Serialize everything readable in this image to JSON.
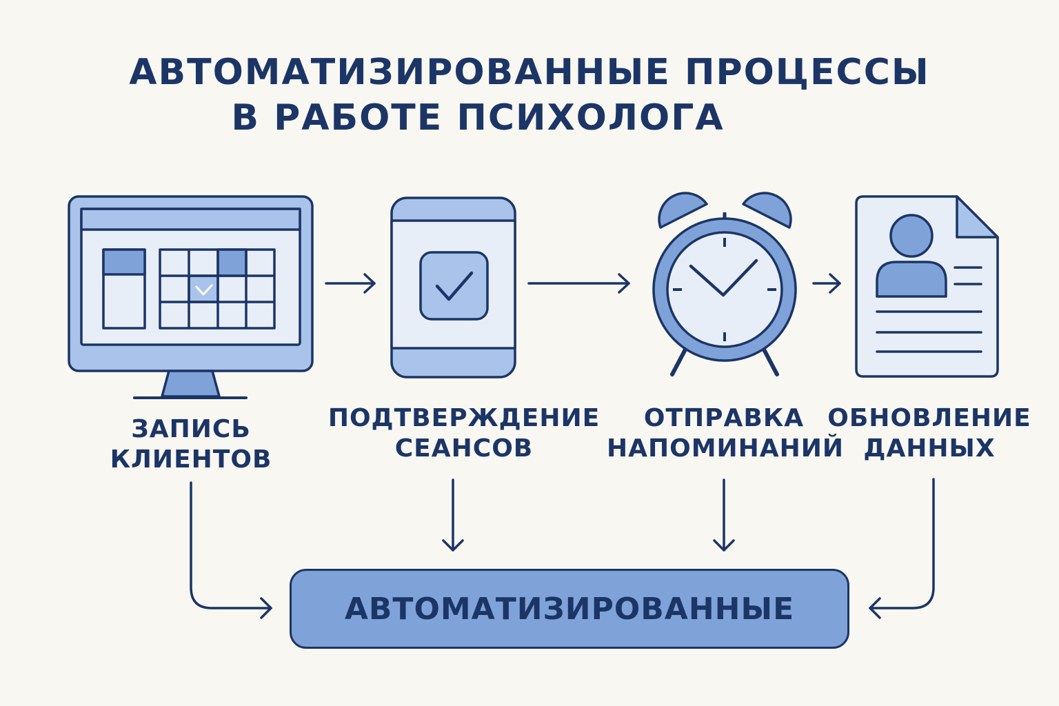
{
  "title": {
    "line1": "АВТОМАТИЗИРОВАННЫЕ ПРОЦЕССЫ",
    "line2": "В РАБОТЕ ПСИХОЛОГА"
  },
  "steps": [
    {
      "line1": "ЗАПИСЬ",
      "line2": "КЛИЕНТОВ",
      "icon": "computer-calendar-icon"
    },
    {
      "line1": "ПОДТВЕРЖДЕНИЕ",
      "line2": "СЕАНСОВ",
      "icon": "phone-checkmark-icon"
    },
    {
      "line1": "ОТПРАВКА",
      "line2": "НАПОМИНАНИЙ",
      "icon": "alarm-clock-icon"
    },
    {
      "line1": "ОБНОВЛЕНИЕ",
      "line2": "ДАННЫХ",
      "icon": "profile-document-icon"
    }
  ],
  "result": {
    "label": "АВТОМАТИЗИРОВАННЫЕ"
  },
  "colors": {
    "outline": "#1b3566",
    "fill_light": "#e8eef8",
    "fill_mid": "#a9c3ea",
    "fill_dark": "#7fa3d8",
    "background": "#f9f7f2"
  }
}
